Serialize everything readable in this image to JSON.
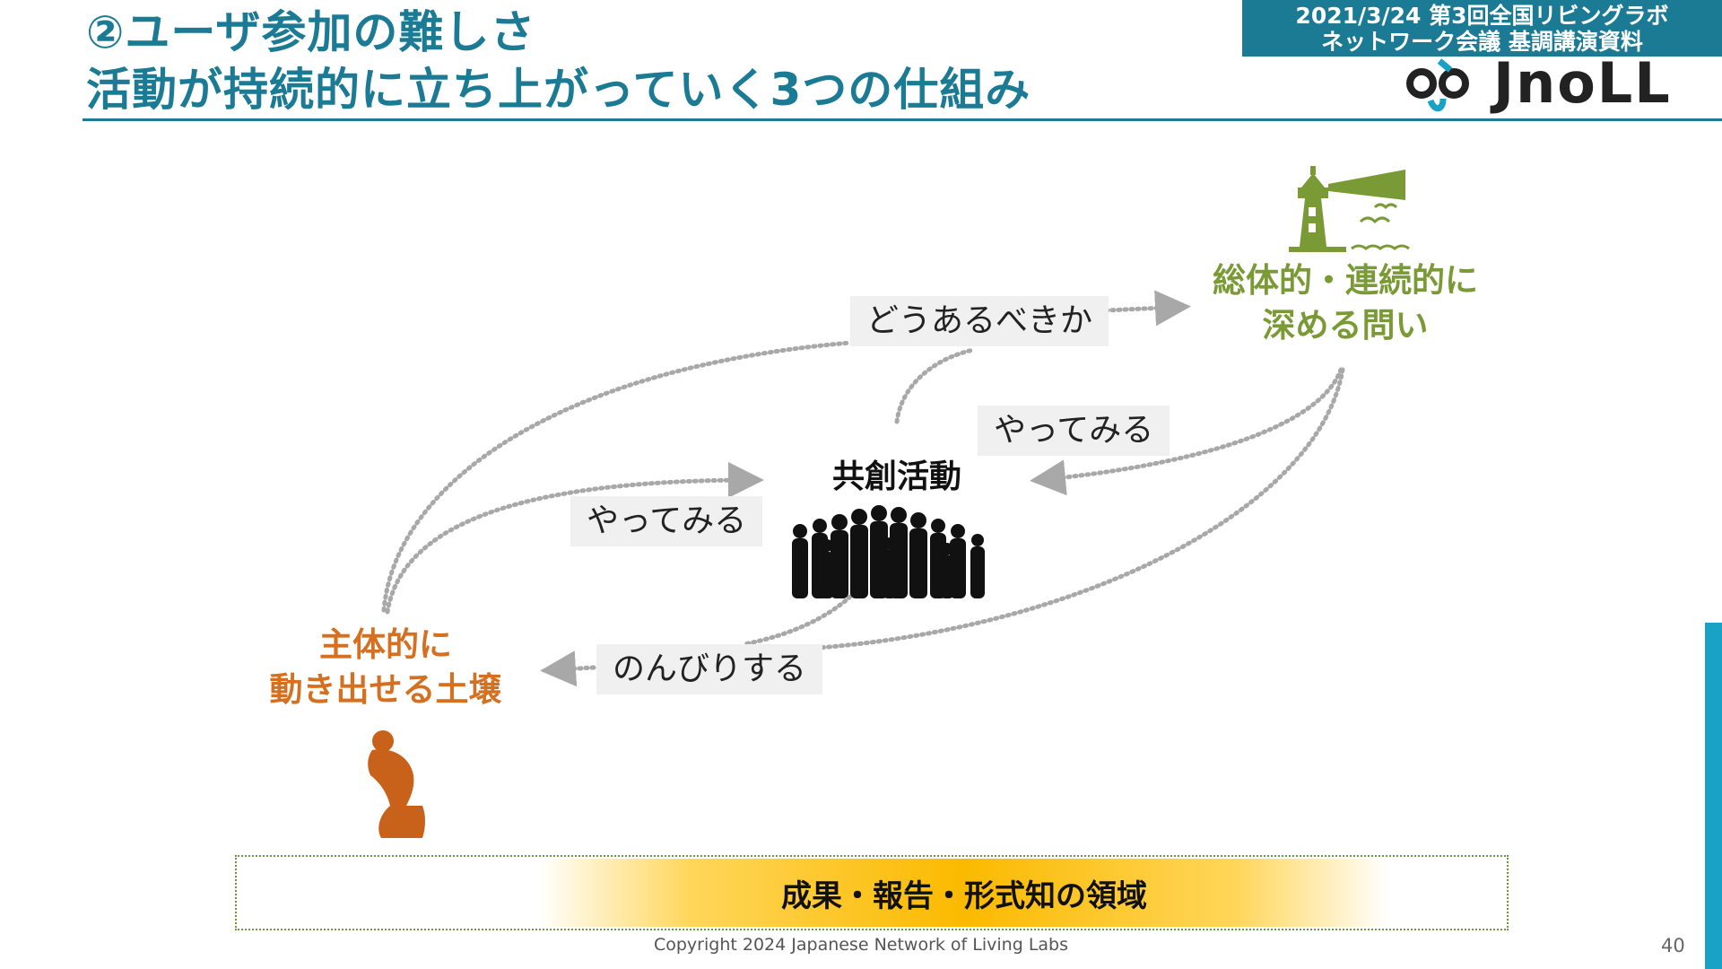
{
  "slide": {
    "title_line1": "②ユーザ参加の難しさ",
    "title_line2": "活動が持続的に立ち上がっていく3つの仕組み",
    "event_line1": "2021/3/24 第3回全国リビングラボ",
    "event_line2": "ネットワーク会議 基調講演資料",
    "logo_text": "JnoLL",
    "page_number": "40",
    "copyright": "Copyright 2024  Japanese Network of Living Labs"
  },
  "diagram": {
    "nodes": {
      "inquiry": "総体的・連続的に\n深める問い",
      "cocreation": "共創活動",
      "foundation": "主体的に\n動き出せる土壌"
    },
    "edge_labels": {
      "how_should": "どうあるべきか",
      "try_right": "やってみる",
      "try_left": "やってみる",
      "relax": "のんびりする"
    },
    "bottom_area": "成果・報告・形式知の領域"
  },
  "colors": {
    "brand_teal": "#1b7a94",
    "green": "#7a9a36",
    "orange": "#d47020",
    "arrow_gray": "#a8a8a8",
    "band_gold": "#fbba00"
  }
}
